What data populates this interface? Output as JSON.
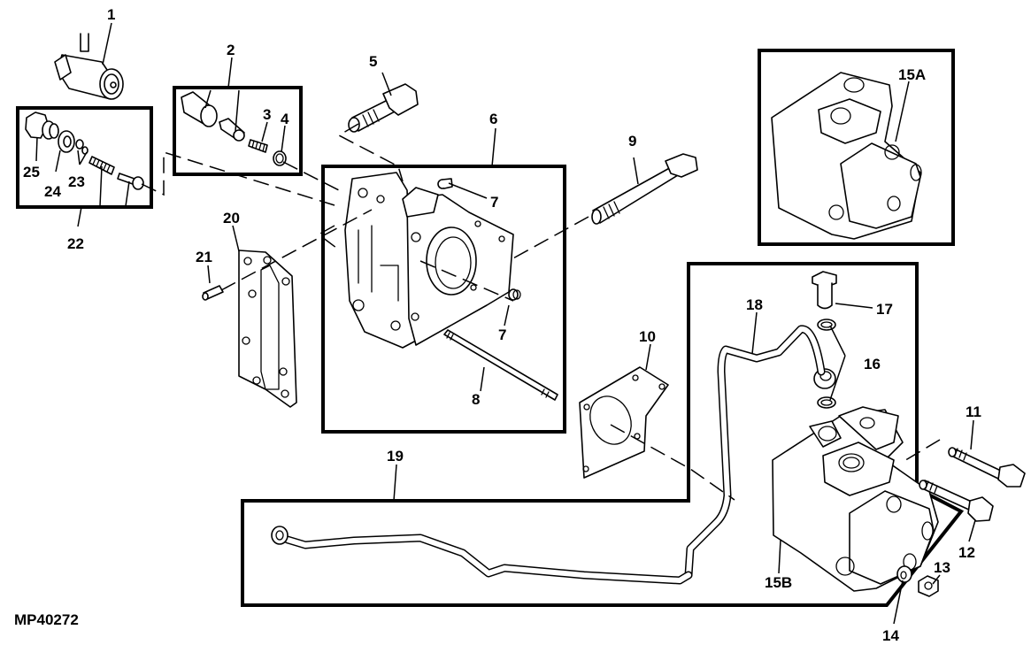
{
  "figure_id": "MP40272",
  "callouts": {
    "c1": "1",
    "c2": "2",
    "c3": "3",
    "c4": "4",
    "c5": "5",
    "c6": "6",
    "c7a": "7",
    "c7b": "7",
    "c8": "8",
    "c9": "9",
    "c10": "10",
    "c11": "11",
    "c12": "12",
    "c13": "13",
    "c14": "14",
    "c15a": "15A",
    "c15b": "15B",
    "c16": "16",
    "c17": "17",
    "c18": "18",
    "c19": "19",
    "c20": "20",
    "c21": "21",
    "c22": "22",
    "c23": "23",
    "c24": "24",
    "c25": "25"
  },
  "colors": {
    "ink": "#000000",
    "paper": "#ffffff"
  }
}
